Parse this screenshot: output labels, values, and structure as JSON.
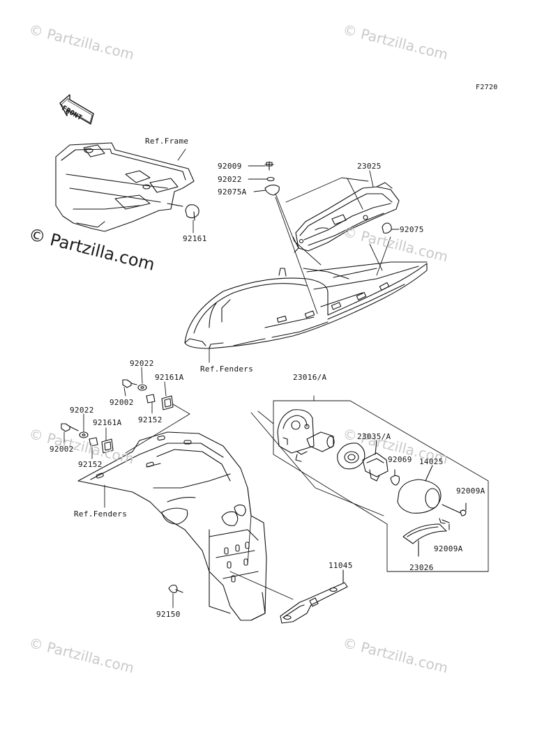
{
  "diagram_code": "F2720",
  "front_label": "FRONT",
  "watermark": "© Partzilla.com",
  "references": {
    "frame": "Ref.Frame",
    "fenders_top": "Ref.Fenders",
    "fenders_bottom": "Ref.Fenders"
  },
  "parts": {
    "p92161": "92161",
    "p92009": "92009",
    "p92022_top": "92022",
    "p92075A": "92075A",
    "p23025": "23025",
    "p92075": "92075",
    "p92022_a": "92022",
    "p92161A_a": "92161A",
    "p92002_a": "92002",
    "p92152_a": "92152",
    "p92022_b": "92022",
    "p92161A_b": "92161A",
    "p92002_b": "92002",
    "p92152_b": "92152",
    "p23016A": "23016/A",
    "p23035A": "23035/A",
    "p92069": "92069",
    "p14025": "14025",
    "p92009A_a": "92009A",
    "p92009A_b": "92009A",
    "p23026": "23026",
    "p11045": "11045",
    "p92150": "92150"
  },
  "colors": {
    "line": "#111111",
    "watermark": "#c9c9c9",
    "background": "#ffffff"
  }
}
